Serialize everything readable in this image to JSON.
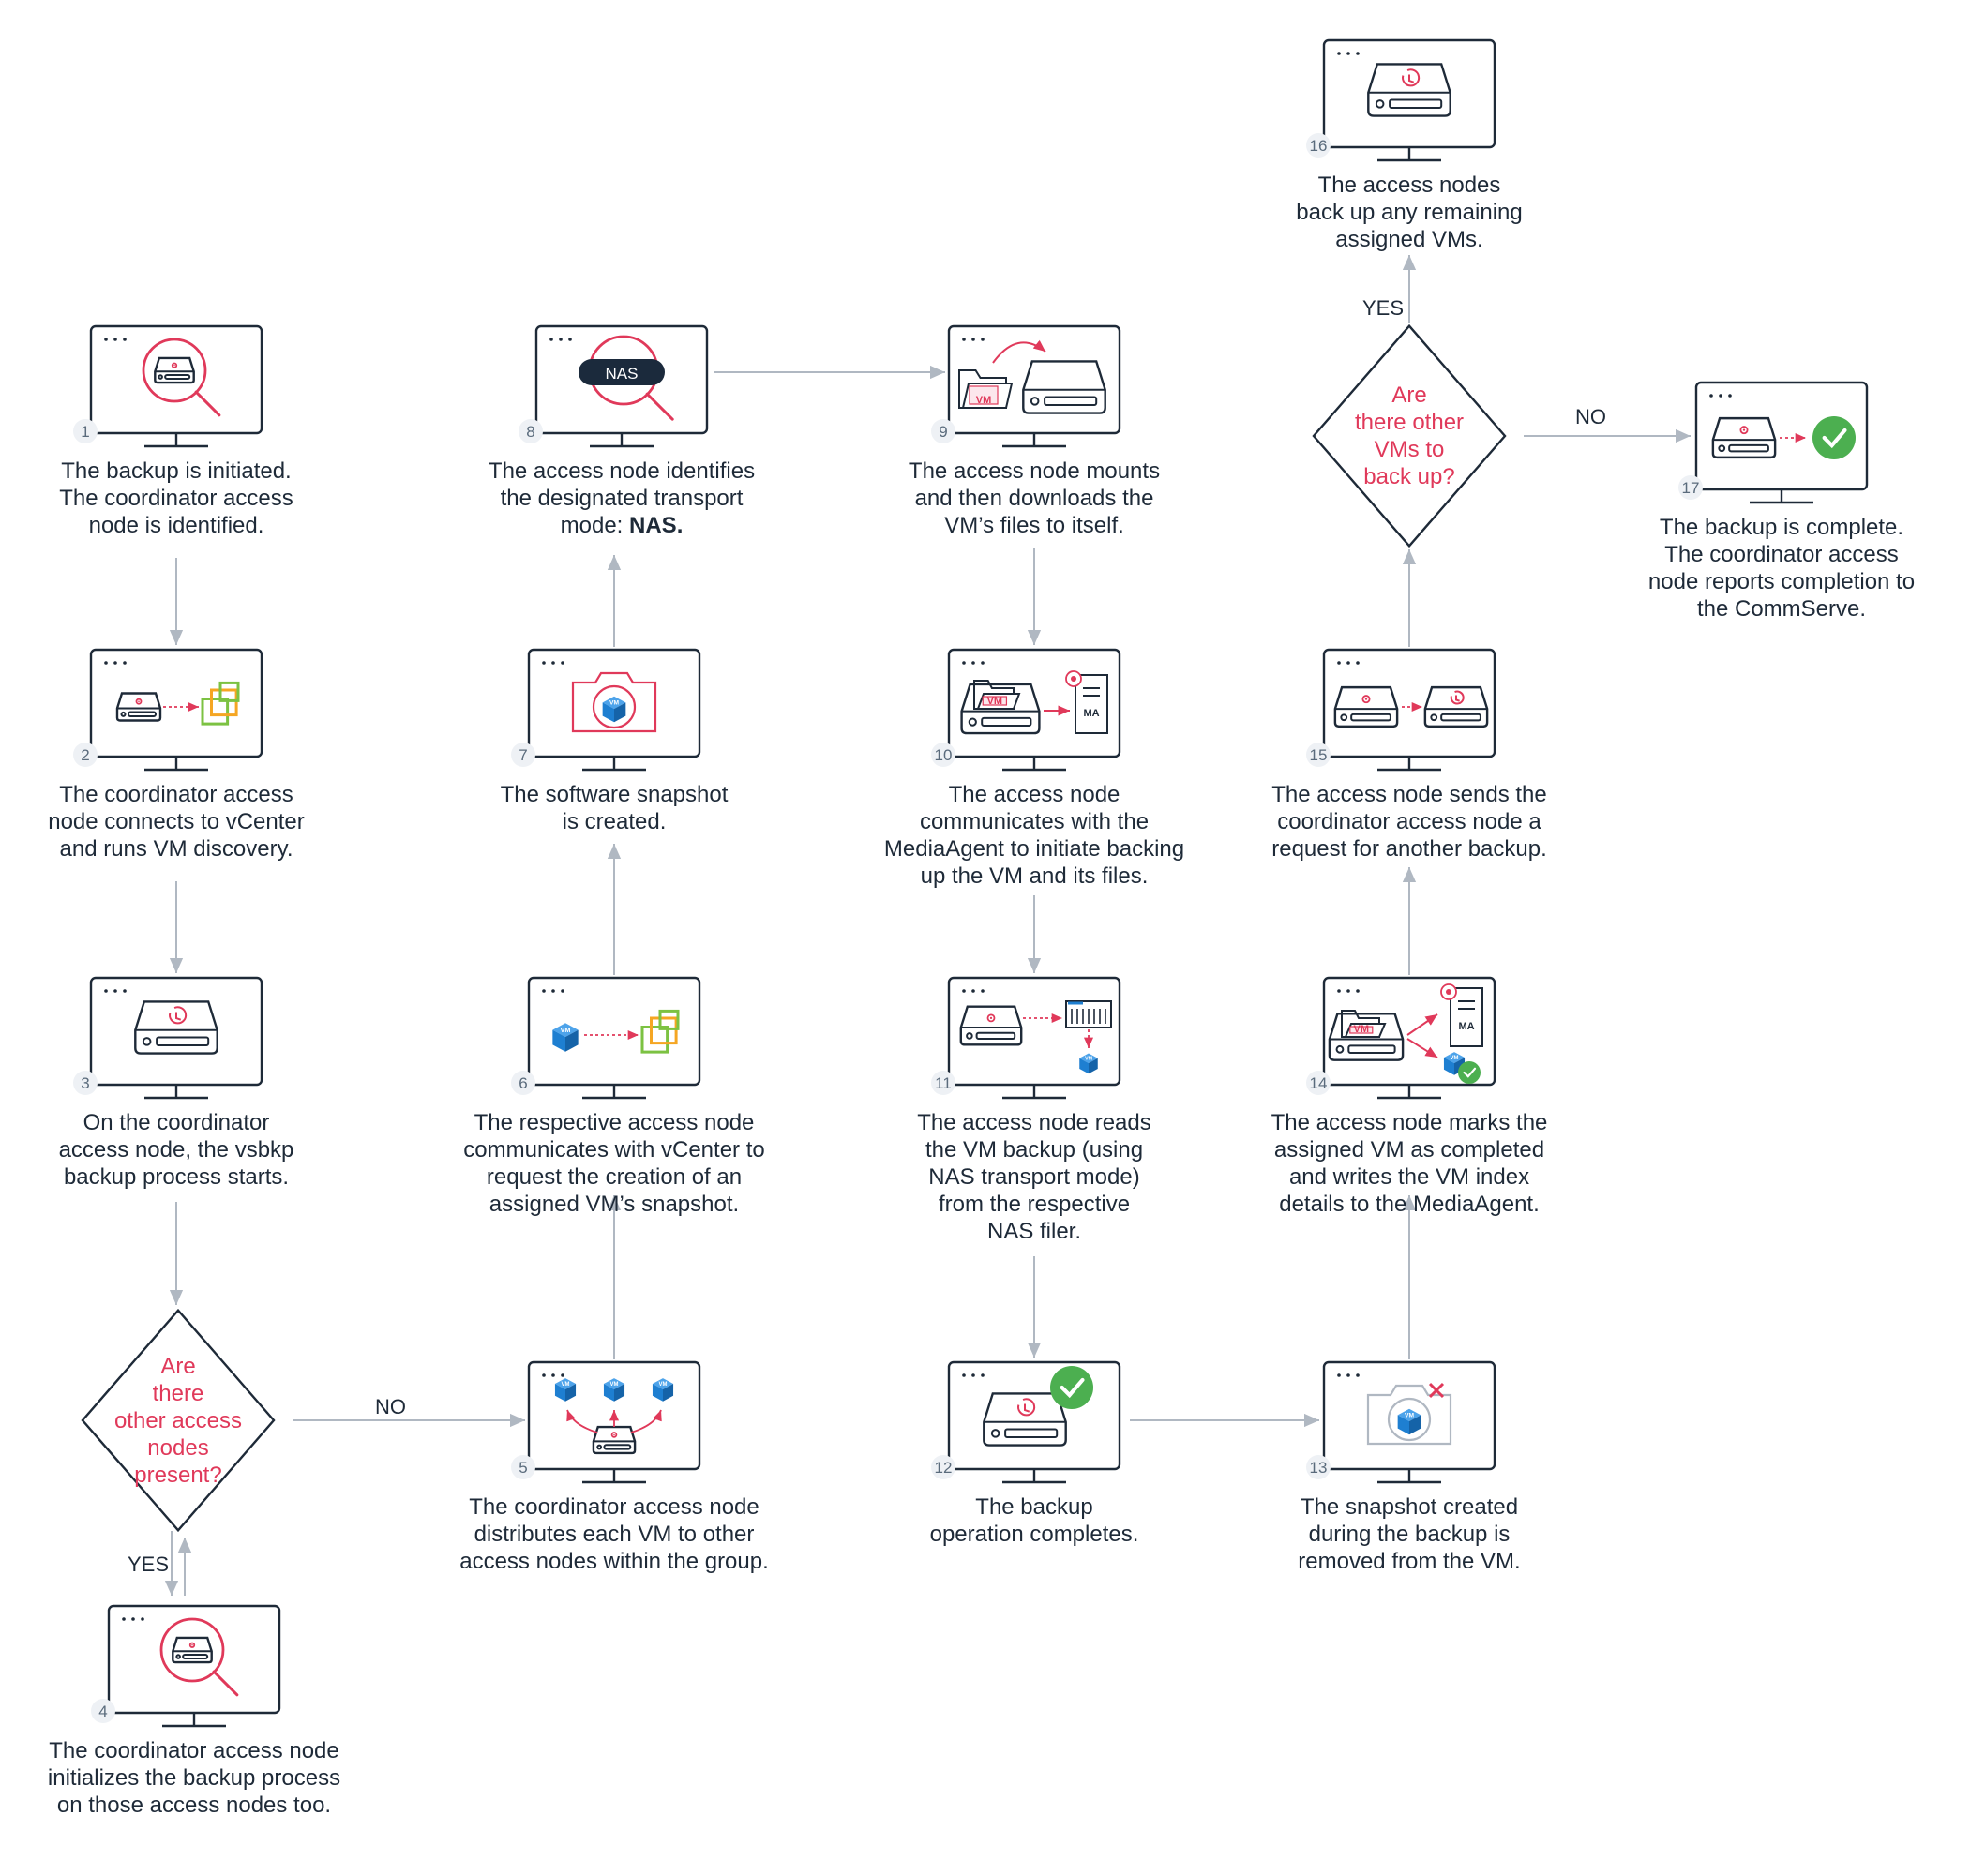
{
  "colors": {
    "frame": "#1e2a38",
    "accent": "#e0395a",
    "arrow": "#b0b8c2",
    "vm_blue": "#1e7fd1",
    "vcenter_green": "#7cc242",
    "vcenter_orange": "#f5a623",
    "check_green": "#4caf50"
  },
  "steps": [
    {
      "n": "1",
      "icon": "magnifier-server-icon",
      "lines": [
        "The backup is initiated.",
        "The coordinator access",
        "node is identified."
      ]
    },
    {
      "n": "2",
      "icon": "server-to-vcenter-icon",
      "lines": [
        "The coordinator access",
        "node connects to vCenter",
        "and runs VM discovery."
      ]
    },
    {
      "n": "3",
      "icon": "server-history-icon",
      "lines": [
        "On the coordinator",
        "access node, the vsbkp",
        "backup process starts."
      ]
    },
    {
      "n": "4",
      "icon": "magnifier-server-icon",
      "lines": [
        "The coordinator access node",
        "initializes the backup process",
        "on those access nodes too."
      ]
    },
    {
      "n": "5",
      "icon": "distribute-vms-icon",
      "lines": [
        "The coordinator access node",
        "distributes each VM to other",
        "access nodes within the group."
      ]
    },
    {
      "n": "6",
      "icon": "vm-to-vcenter-icon",
      "lines": [
        "The respective access node",
        "communicates with vCenter to",
        "request the creation of an",
        "assigned VM’s snapshot."
      ]
    },
    {
      "n": "7",
      "icon": "camera-vm-icon",
      "lines": [
        "The software snapshot",
        "is created."
      ]
    },
    {
      "n": "8",
      "icon": "nas-magnifier-icon",
      "nas_label": "NAS",
      "lines": [
        "The access node identifies",
        "the designated transport"
      ],
      "last_prefix": "mode: ",
      "last_bold": "NAS."
    },
    {
      "n": "9",
      "icon": "folder-to-server-icon",
      "folder_label": "VM",
      "lines": [
        "The access node mounts",
        "and then downloads the",
        "VM’s files to itself."
      ]
    },
    {
      "n": "10",
      "icon": "server-to-mediaagent-icon",
      "folder_label": "VM",
      "ma_label": "MA",
      "lines": [
        "The access node",
        "communicates with the",
        "MediaAgent to initiate backing",
        "up the VM and its files."
      ]
    },
    {
      "n": "11",
      "icon": "nas-filer-read-icon",
      "lines": [
        "The access node reads",
        "the VM backup (using",
        "NAS transport mode)",
        "from the respective",
        "NAS filer."
      ]
    },
    {
      "n": "12",
      "icon": "backup-complete-icon",
      "lines": [
        "The backup",
        "operation completes."
      ]
    },
    {
      "n": "13",
      "icon": "snapshot-removed-icon",
      "lines": [
        "The snapshot created",
        "during the backup is",
        "removed from the VM."
      ]
    },
    {
      "n": "14",
      "icon": "mark-complete-icon",
      "folder_label": "VM",
      "ma_label": "MA",
      "lines": [
        "The access node marks the",
        "assigned VM as completed",
        "and writes the VM index",
        "details to the MediaAgent."
      ]
    },
    {
      "n": "15",
      "icon": "server-to-server-icon",
      "lines": [
        "The access node sends the",
        "coordinator access node a",
        "request for another backup."
      ]
    },
    {
      "n": "16",
      "icon": "server-history-icon",
      "lines": [
        "The access nodes",
        "back up any remaining",
        "assigned VMs."
      ]
    },
    {
      "n": "17",
      "icon": "server-complete-icon",
      "lines": [
        "The backup is complete.",
        "The coordinator access",
        "node reports completion to",
        "the CommServe."
      ]
    }
  ],
  "decisions": [
    {
      "id": "other-access-nodes",
      "lines": [
        "Are",
        "there",
        "other access",
        "nodes",
        "present?"
      ]
    },
    {
      "id": "other-vms",
      "lines": [
        "Are",
        "there other",
        "VMs to",
        "back up?"
      ]
    }
  ],
  "edge_labels": {
    "yes_nodes": "YES",
    "no_nodes": "NO",
    "yes_vms": "YES",
    "no_vms": "NO"
  },
  "vm_label": "VM"
}
